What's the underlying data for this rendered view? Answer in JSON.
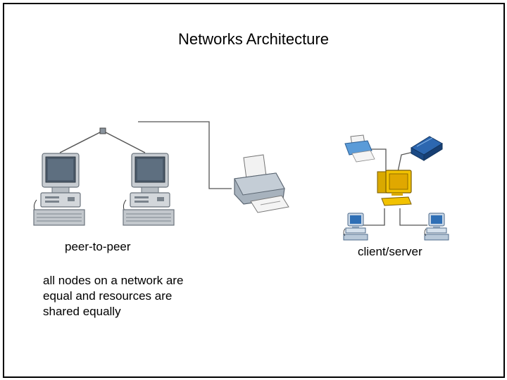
{
  "slide": {
    "title": "Networks Architecture",
    "peer_to_peer_label": "peer-to-peer",
    "client_server_label": "client/server",
    "description_lines": [
      "all nodes on a network are",
      "equal and resources are",
      "shared equally"
    ]
  },
  "icons": [
    "pc-icon",
    "printer-icon",
    "scanner-icon",
    "server-icon",
    "hub-icon"
  ],
  "colors": {
    "monitor_body": "#c8cdd2",
    "screen": "#4b5a6a",
    "server": "#f2c200",
    "scanner": "#1e4f8f",
    "printer_small": "#5a9bd8",
    "line": "#555555"
  }
}
